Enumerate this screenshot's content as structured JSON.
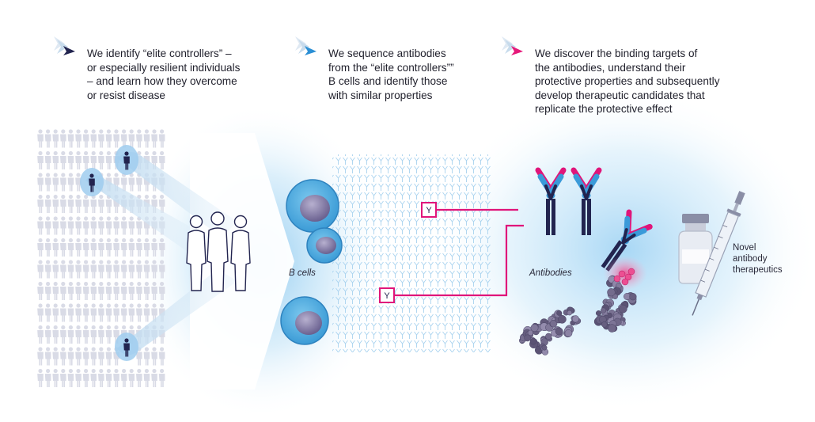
{
  "steps": [
    {
      "lines": [
        "We identify “elite controllers” –",
        "or especially resilient individuals",
        "– and learn how they overcome",
        "or resist disease"
      ],
      "accent": "#1e1f5c"
    },
    {
      "lines": [
        "We sequence antibodies",
        "from the “elite controllers””",
        "B cells and identify those",
        "with similar properties"
      ],
      "accent": "#2b8fd4"
    },
    {
      "lines": [
        "We discover the binding targets of",
        "the antibodies, understand their",
        "protective properties and subsequently",
        "develop therapeutic candidates that",
        "replicate the protective effect"
      ],
      "accent": "#e6197a"
    }
  ],
  "labels": {
    "b_cells": "B cells",
    "antibodies": "Antibodies",
    "novel": [
      "Novel",
      "antibody",
      "therapeutics"
    ],
    "selected_marker": "Y"
  },
  "colors": {
    "navy": "#22244f",
    "blue": "#3a9ad9",
    "magenta": "#e0157a",
    "light_blue": "#c6e6f7",
    "person_grey": "#d9dbe6"
  },
  "icons": [
    "chevron-arrow-icon",
    "person-icon",
    "b-cell-icon",
    "antibody-icon",
    "protein-icon",
    "vial-icon",
    "syringe-icon"
  ]
}
